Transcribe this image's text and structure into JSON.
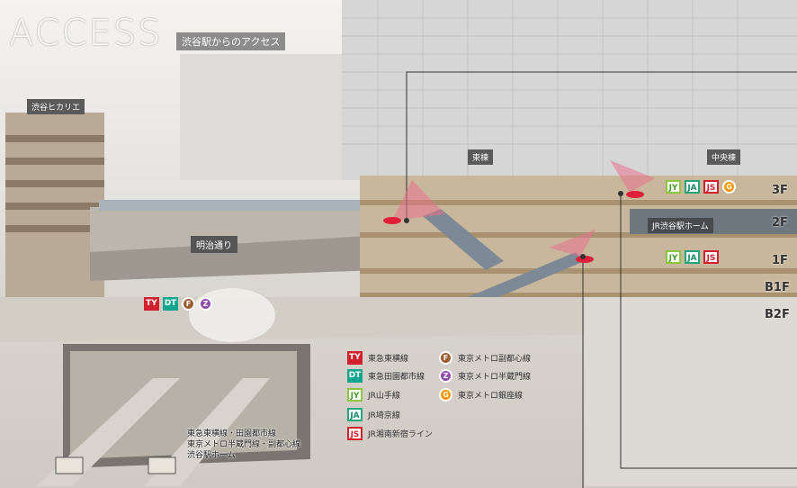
{
  "header": {
    "title": "ACCESS",
    "subtitle": "渋谷駅からのアクセス"
  },
  "buildings": {
    "hikarie": "渋谷ヒカリエ",
    "east": "東棟",
    "central": "中央棟"
  },
  "road": "明治通り",
  "jr_platform": "JR渋谷駅ホーム",
  "floors": [
    "3F",
    "2F",
    "1F",
    "B1F",
    "B2F"
  ],
  "badges": {
    "concourse": [
      {
        "code": "TY",
        "kind": "square",
        "color": "#d2202f"
      },
      {
        "code": "DT",
        "kind": "square",
        "color": "#10a58f"
      },
      {
        "code": "F",
        "kind": "circle",
        "color": "#9c5e31"
      },
      {
        "code": "Z",
        "kind": "circle",
        "color": "#8f4ba8"
      }
    ],
    "floor3": [
      {
        "code": "JY",
        "kind": "outline",
        "color": "#8cc63f"
      },
      {
        "code": "JA",
        "kind": "outline",
        "color": "#25a37a"
      },
      {
        "code": "JS",
        "kind": "outline",
        "color": "#d2202f"
      },
      {
        "code": "G",
        "kind": "circle",
        "color": "#f39700"
      }
    ],
    "floor1": [
      {
        "code": "JY",
        "kind": "outline",
        "color": "#8cc63f"
      },
      {
        "code": "JA",
        "kind": "outline",
        "color": "#25a37a"
      },
      {
        "code": "JS",
        "kind": "outline",
        "color": "#d2202f"
      }
    ]
  },
  "legend": {
    "left": [
      {
        "code": "TY",
        "text": "東急東横線"
      },
      {
        "code": "DT",
        "text": "東急田園都市線"
      },
      {
        "code": "JY",
        "text": "JR山手線"
      },
      {
        "code": "JA",
        "text": "JR埼京線"
      },
      {
        "code": "JS",
        "text": "JR湘南新宿ライン"
      }
    ],
    "right": [
      {
        "code": "F",
        "text": "東京メトロ副都心線"
      },
      {
        "code": "Z",
        "text": "東京メトロ半蔵門線"
      },
      {
        "code": "G",
        "text": "東京メトロ銀座線"
      }
    ]
  },
  "underground_platform": {
    "line1": "東急東横線・田園都市線",
    "line2": "東京メトロ半蔵門線・副都心線",
    "line3": "渋谷駅ホーム"
  },
  "colors": {
    "camera_cone": "#e8738a",
    "camera_dot": "#e0203a"
  }
}
